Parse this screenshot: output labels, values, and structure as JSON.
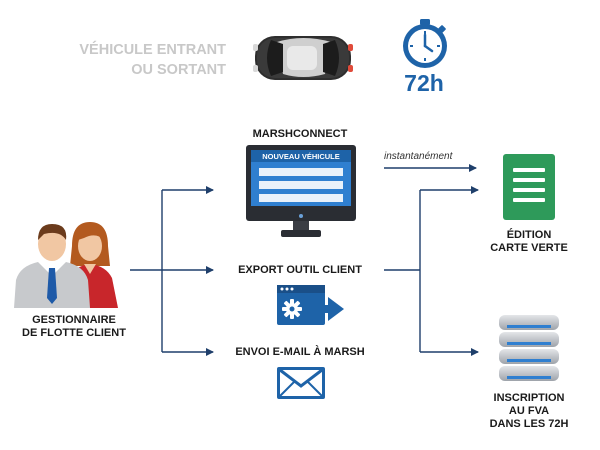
{
  "header": {
    "vehicle_label_line1": "VÉHICULE ENTRANT",
    "vehicle_label_line2": "OU SORTANT",
    "timer_label": "72h"
  },
  "actor": {
    "label_line1": "GESTIONNAIRE",
    "label_line2": "DE FLOTTE CLIENT"
  },
  "channels": {
    "marshconnect": {
      "title": "MARSHCONNECT",
      "screen_header": "NOUVEAU VÉHICULE"
    },
    "export": {
      "title": "EXPORT OUTIL CLIENT"
    },
    "email": {
      "title": "ENVOI E-MAIL À MARSH"
    }
  },
  "link_label": "instantanément",
  "outputs": {
    "green_card": {
      "line1": "ÉDITION",
      "line2": "CARTE VERTE"
    },
    "fva": {
      "line1": "INSCRIPTION",
      "line2": "AU FVA",
      "line3": "DANS LES 72H"
    }
  },
  "colors": {
    "accent_blue": "#1e63a8",
    "connector": "#1f3f6b",
    "green_card": "#2e9a5a",
    "label_grey": "#c8c8c8"
  },
  "icons": [
    "car-icon",
    "stopwatch-icon",
    "people-icon",
    "monitor-icon",
    "export-icon",
    "envelope-icon",
    "document-icon",
    "server-icon"
  ]
}
